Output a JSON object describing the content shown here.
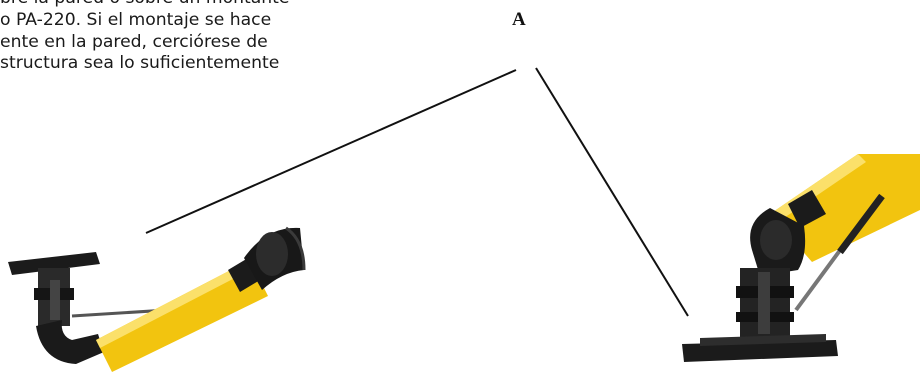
{
  "text_lines": [
    "",
    "bre la pared o sobre un montante",
    "o PA-220. Si el montaje se hace",
    "ente en la pared, cerciórese de",
    "structura sea lo suficientemente"
  ],
  "callout_label": "A",
  "colors": {
    "arm_yellow": "#f2c40f",
    "arm_black": "#1b1b1b",
    "leader_line": "#111111"
  },
  "icons": [
    "extraction-arm-left",
    "extraction-arm-right"
  ]
}
